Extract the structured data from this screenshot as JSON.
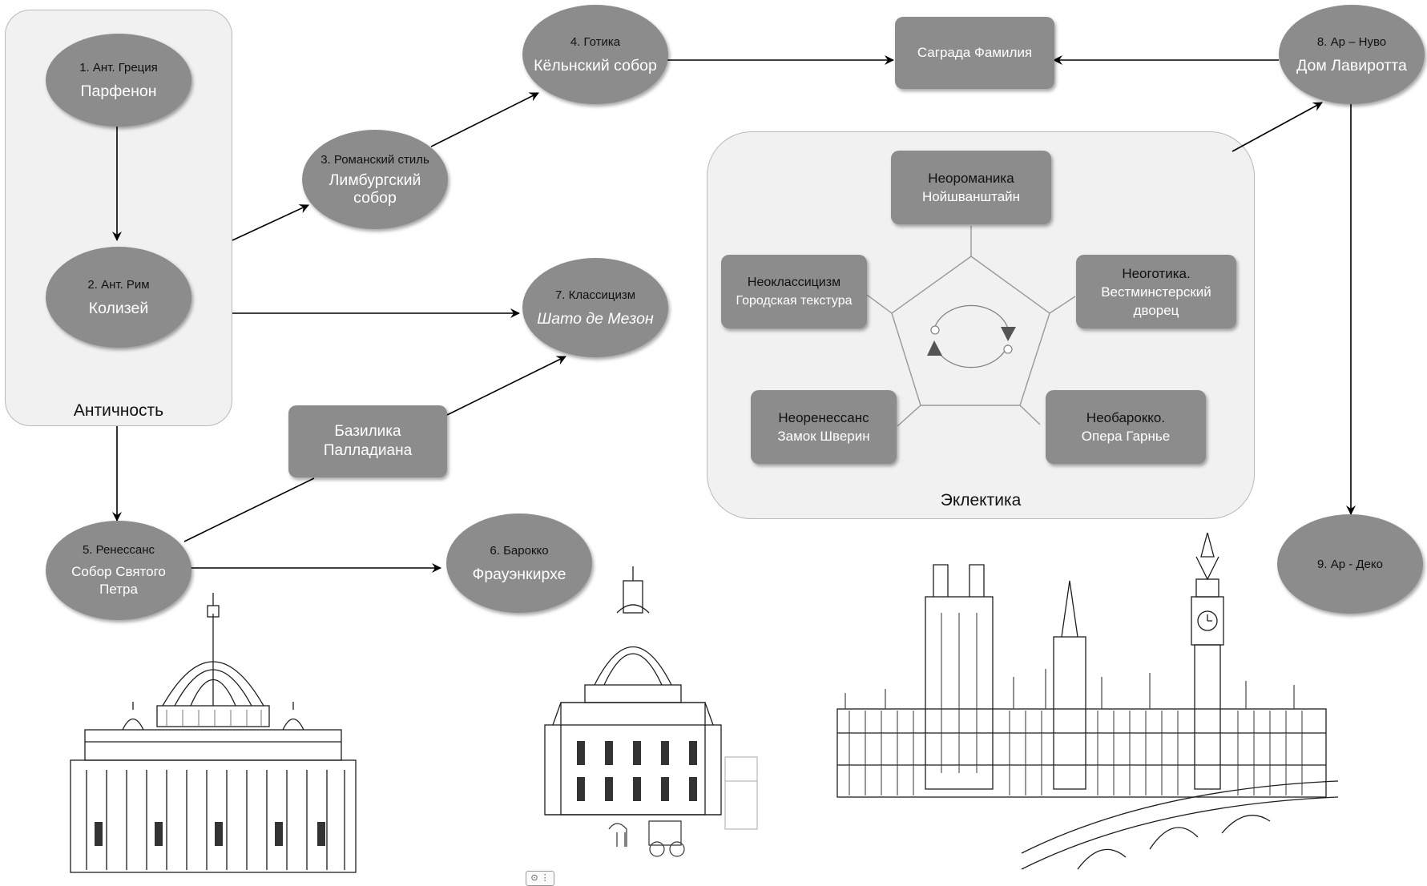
{
  "groups": {
    "antiquity": {
      "label": "Античность"
    },
    "eclectic": {
      "label": "Эклектика"
    }
  },
  "nodes": {
    "greece": {
      "num": "1. Ант. Греция",
      "name": "Парфенон"
    },
    "rome": {
      "num": "2. Ант. Рим",
      "name": "Колизей"
    },
    "romanesque": {
      "num": "3. Романский стиль",
      "name": "Лимбургский собор"
    },
    "gothic": {
      "num": "4. Готика",
      "name": "Кёльнский собор"
    },
    "renaissance": {
      "num": "5. Ренессанс",
      "name": "Собор Святого Петра"
    },
    "baroque": {
      "num": "6. Барокко",
      "name": "Фрауэнкирхе"
    },
    "classicism": {
      "num": "7. Классицизм",
      "name": "Шато де Мезон"
    },
    "artnouveau": {
      "num": "8. Ар – Нуво",
      "name": "Дом Лавиротта"
    },
    "artdeco": {
      "num": "9. Ар - Деко"
    }
  },
  "boxes": {
    "sagrada": "Саграда Фамилия",
    "basilica": "Базилика Палладиана",
    "neoromanesque": {
      "style": "Неороманика",
      "example": "Нойшванштайн"
    },
    "neogothic": {
      "style": "Неоготика.",
      "example": "Вестминстерский дворец"
    },
    "neobaroque": {
      "style": "Необарокко.",
      "example": "Опера Гарнье"
    },
    "neorenaissance": {
      "style": "Неоренессанс",
      "example": "Замок Шверин"
    },
    "neoclassicism": {
      "style": "Неоклассицизм",
      "example": "Городская текстура"
    }
  },
  "colors": {
    "node_fill": "#8c8c8c",
    "group_fill": "#f1f1f1",
    "arrow": "#000000"
  },
  "images": {
    "st_peters": "st-peters-sketch",
    "frauenkirche": "frauenkirche-sketch",
    "westminster": "westminster-sketch"
  }
}
